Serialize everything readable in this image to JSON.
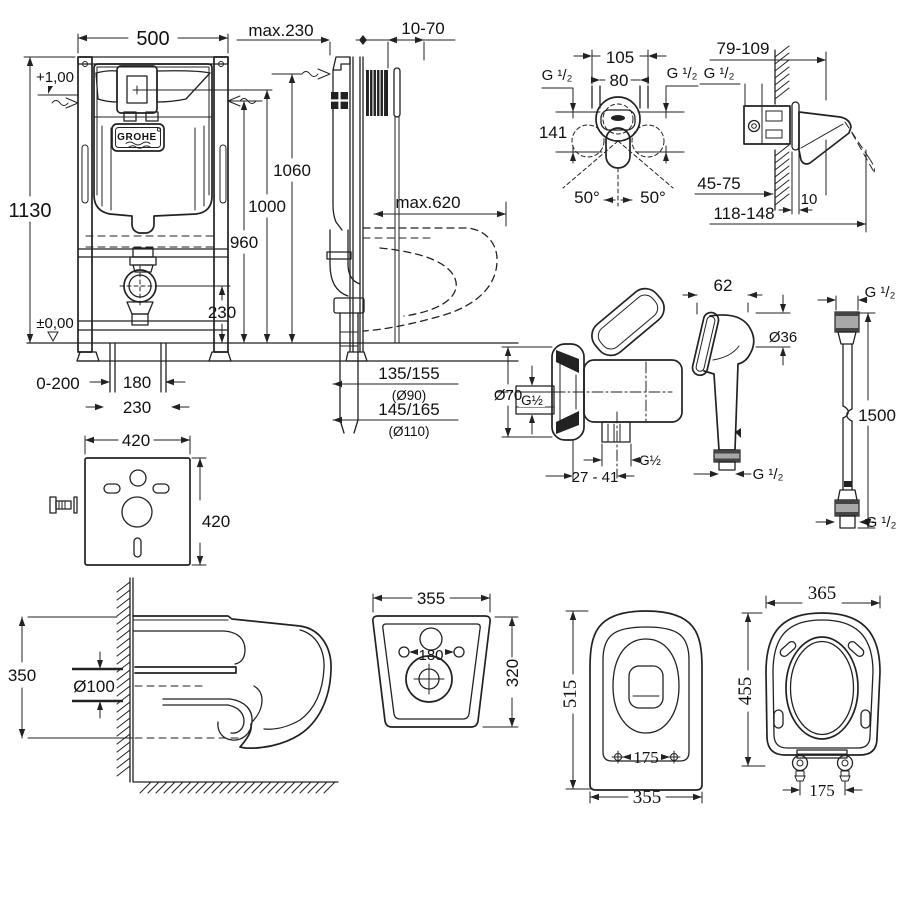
{
  "drawing": {
    "brand_logo": "GROHE",
    "frame_front": {
      "width": "500",
      "height": "1130",
      "level_top": "+1,00",
      "level_floor": "±0,00",
      "foot_range": "0-200",
      "bolt_spacing": "180",
      "outlet_spacing": "230"
    },
    "frame_side": {
      "depth": "max.230",
      "actuator_range": "10-70",
      "h_top": "1060",
      "h_button": "1000",
      "h_inlet": "960",
      "h_outlet": "230",
      "bowl_reach": "max.620",
      "drain_a": "135/155",
      "drain_a_dia": "(Ø90)",
      "drain_b": "145/165",
      "drain_b_dia": "(Ø110)"
    },
    "mixer_front": {
      "w_outer": "105",
      "w_inner": "80",
      "g_left": "G ¹/₂",
      "g_right": "G ¹/₂",
      "height": "141",
      "angle_left": "50°",
      "angle_right": "50°"
    },
    "mixer_side": {
      "reach": "79-109",
      "g": "G ¹/₂",
      "recess": "45-75",
      "plate": "10",
      "reach_total": "118-148"
    },
    "sound_plate": {
      "width": "420",
      "height": "420"
    },
    "elbow": {
      "dia": "Ø70",
      "g_wall": "G½",
      "g_out": "G½",
      "range": "27 - 41"
    },
    "hand_shower": {
      "width": "62",
      "dia": "Ø36",
      "g": "G ¹/₂"
    },
    "hose": {
      "g_top": "G ¹/₂",
      "length": "1500",
      "g_bottom": "G ¹/₂"
    },
    "bowl_section": {
      "height": "350",
      "dia": "Ø100"
    },
    "bowl_rear": {
      "width": "355",
      "holes": "180",
      "height": "320"
    },
    "bowl_top": {
      "length": "515",
      "holes": "175",
      "width": "355"
    },
    "seat": {
      "width": "365",
      "length": "455",
      "holes": "175"
    }
  }
}
